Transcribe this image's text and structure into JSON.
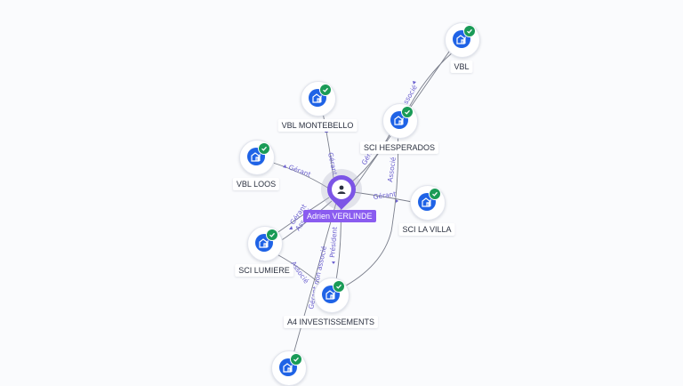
{
  "person": {
    "name": "Adrien VERLINDE",
    "icon": "person-icon",
    "color": "#8a5cf0"
  },
  "companies": [
    {
      "id": "vbl",
      "label": "VBL",
      "icon": "building-icon",
      "status": "verified-check-icon"
    },
    {
      "id": "vbl-montebello",
      "label": "VBL MONTEBELLO",
      "icon": "building-icon",
      "status": "verified-check-icon"
    },
    {
      "id": "sci-hesperados",
      "label": "SCI HESPERADOS",
      "icon": "building-icon",
      "status": "verified-check-icon"
    },
    {
      "id": "vbl-loos",
      "label": "VBL LOOS",
      "icon": "building-icon",
      "status": "verified-check-icon"
    },
    {
      "id": "sci-la-villa",
      "label": "SCI LA VILLA",
      "icon": "building-icon",
      "status": "verified-check-icon"
    },
    {
      "id": "sci-lumiere",
      "label": "SCI LUMIERE",
      "icon": "building-icon",
      "status": "verified-check-icon"
    },
    {
      "id": "a4-investissements",
      "label": "A4 INVESTISSEMENTS",
      "icon": "building-icon",
      "status": "verified-check-icon"
    },
    {
      "id": "bottom-company",
      "label": "",
      "icon": "building-icon",
      "status": "verified-check-icon"
    }
  ],
  "relations": [
    {
      "from": "person",
      "to": "vbl-montebello",
      "label": "Gérant"
    },
    {
      "from": "person",
      "to": "vbl-loos",
      "label": "Gérant"
    },
    {
      "from": "person",
      "to": "sci-hesperados",
      "label": "Gérant"
    },
    {
      "from": "person",
      "to": "vbl",
      "label": "Associé"
    },
    {
      "from": "person",
      "to": "sci-la-villa",
      "label": "Gérant"
    },
    {
      "from": "person",
      "to": "sci-lumiere",
      "label": "Gérant"
    },
    {
      "from": "person",
      "to": "sci-lumiere",
      "label": "Associé"
    },
    {
      "from": "person",
      "to": "a4-investissements",
      "label": "Président"
    },
    {
      "from": "a4-investissements",
      "to": "sci-hesperados",
      "label": "Associé"
    },
    {
      "from": "sci-lumiere",
      "to": "a4-investissements",
      "label": "Associé"
    },
    {
      "from": "person",
      "to": "bottom-company",
      "label": "Gérant non associé"
    }
  ],
  "colors": {
    "company": "#1f63e6",
    "verified": "#1a9b57",
    "edge_label": "#6a5fcf",
    "person": "#7c55e6"
  }
}
